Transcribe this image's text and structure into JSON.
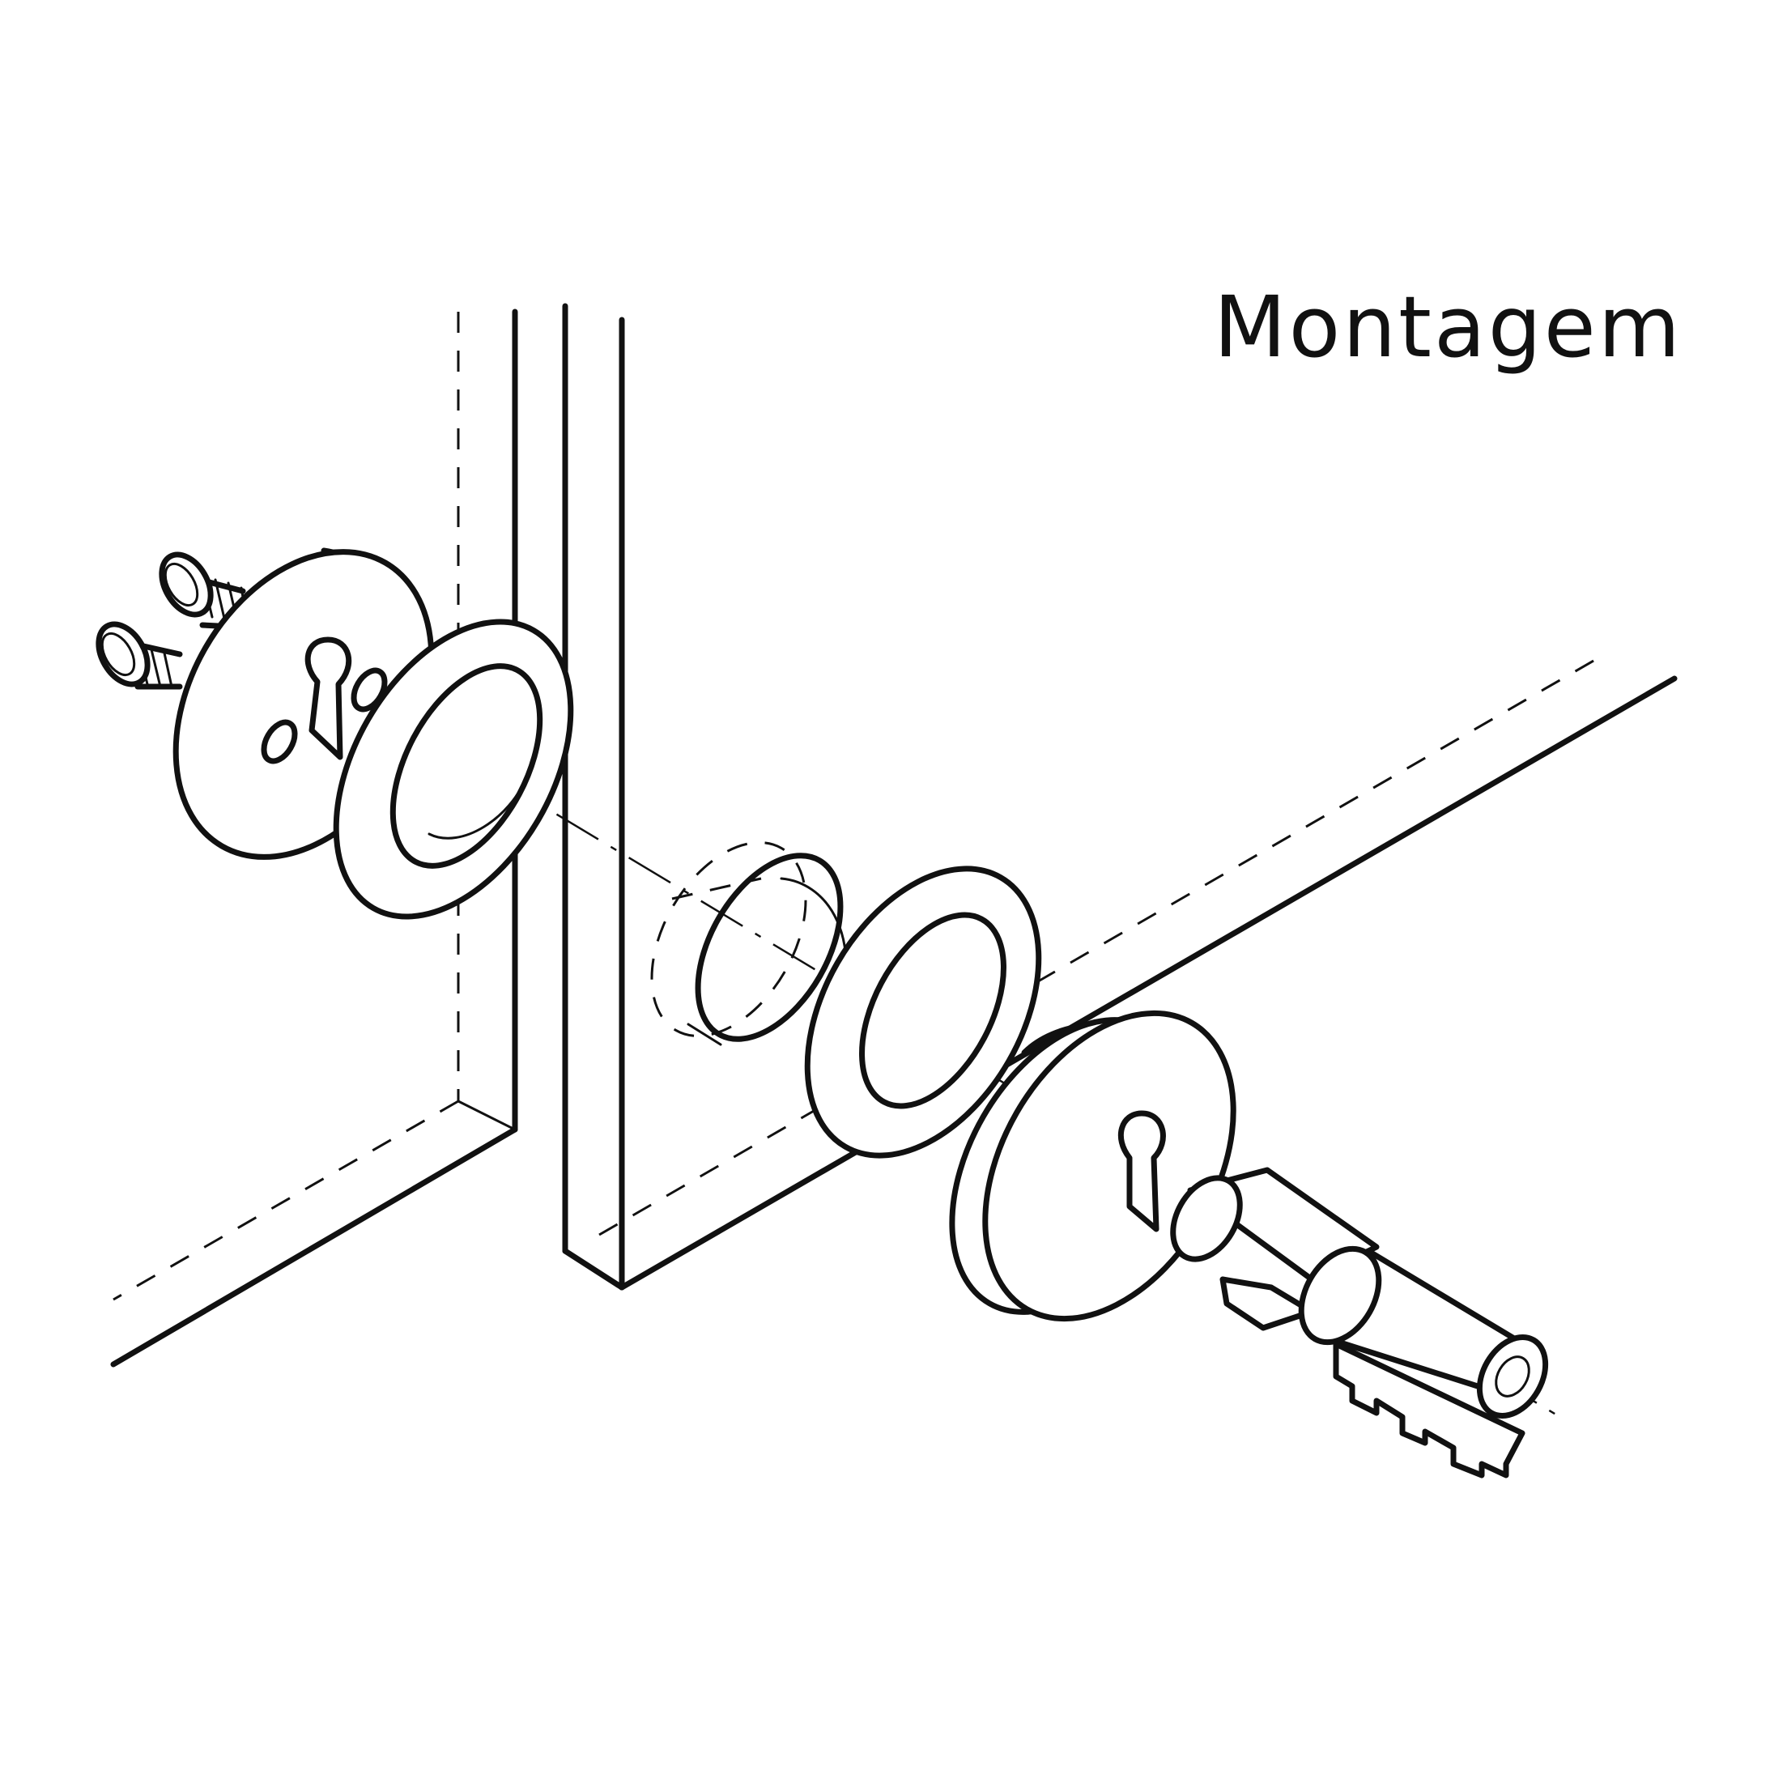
{
  "title": "Montagem",
  "parts": [
    "mounting-screw",
    "back-rosette",
    "spacer-ring",
    "hole-bushing",
    "front-spacer-ring",
    "front-rosette",
    "lock-cylinder",
    "key"
  ],
  "colors": {
    "line": "#111111",
    "background": "#ffffff"
  }
}
